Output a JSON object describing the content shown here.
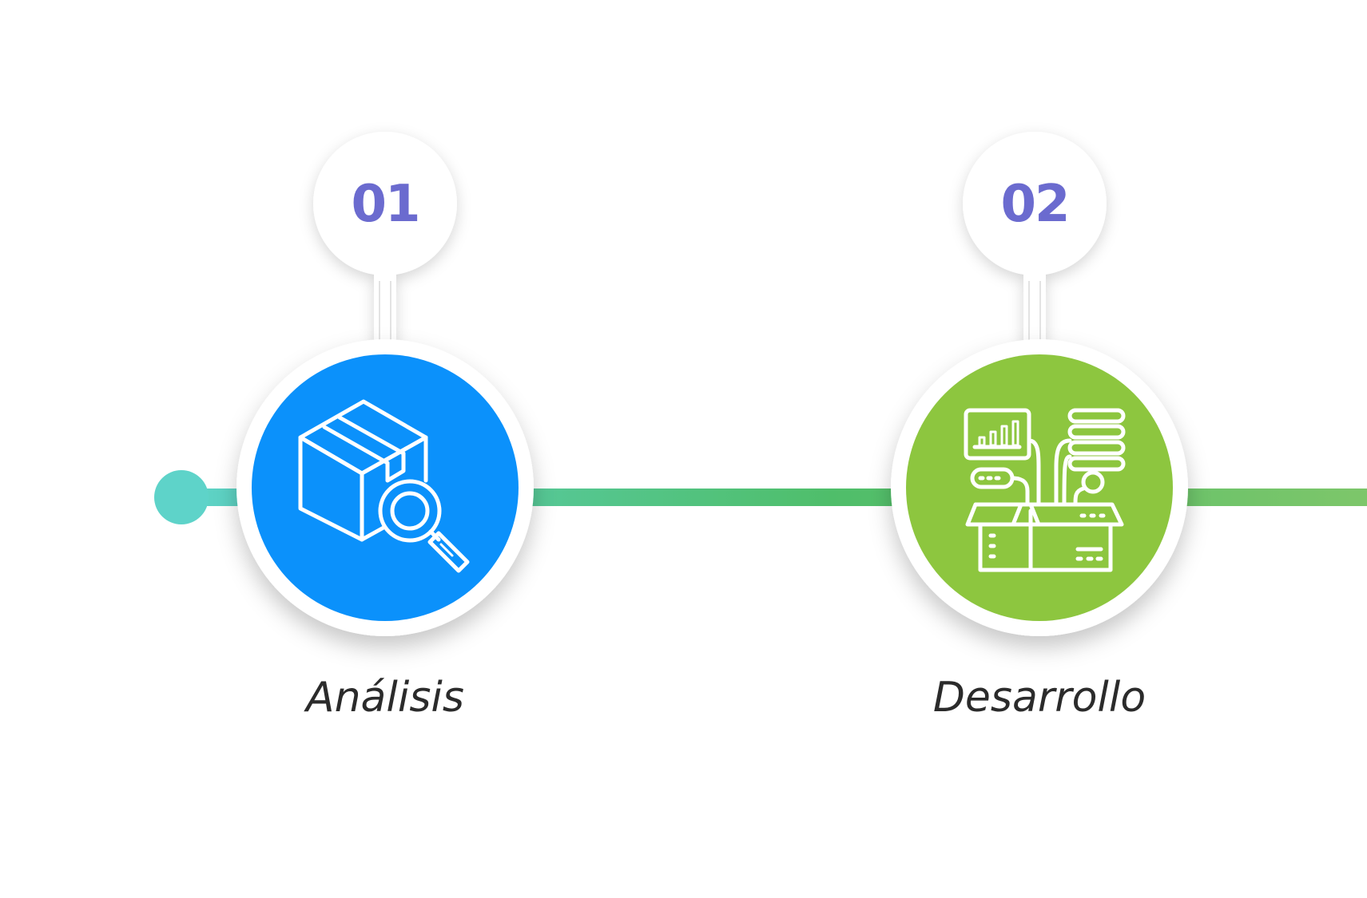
{
  "colors": {
    "line_start": "#5ed3c9",
    "line_mid": "#4fbe6a",
    "line_end": "#7dc66a",
    "step1_fill": "#0b91fb",
    "step2_fill": "#8dc63f",
    "number_color": "#6b6bcf",
    "label_color": "#2b2b2b",
    "ring_color": "#ffffff"
  },
  "steps": [
    {
      "number": "01",
      "label": "Análisis",
      "icon": "package-search-icon"
    },
    {
      "number": "02",
      "label": "Desarrollo",
      "icon": "product-development-icon"
    }
  ]
}
